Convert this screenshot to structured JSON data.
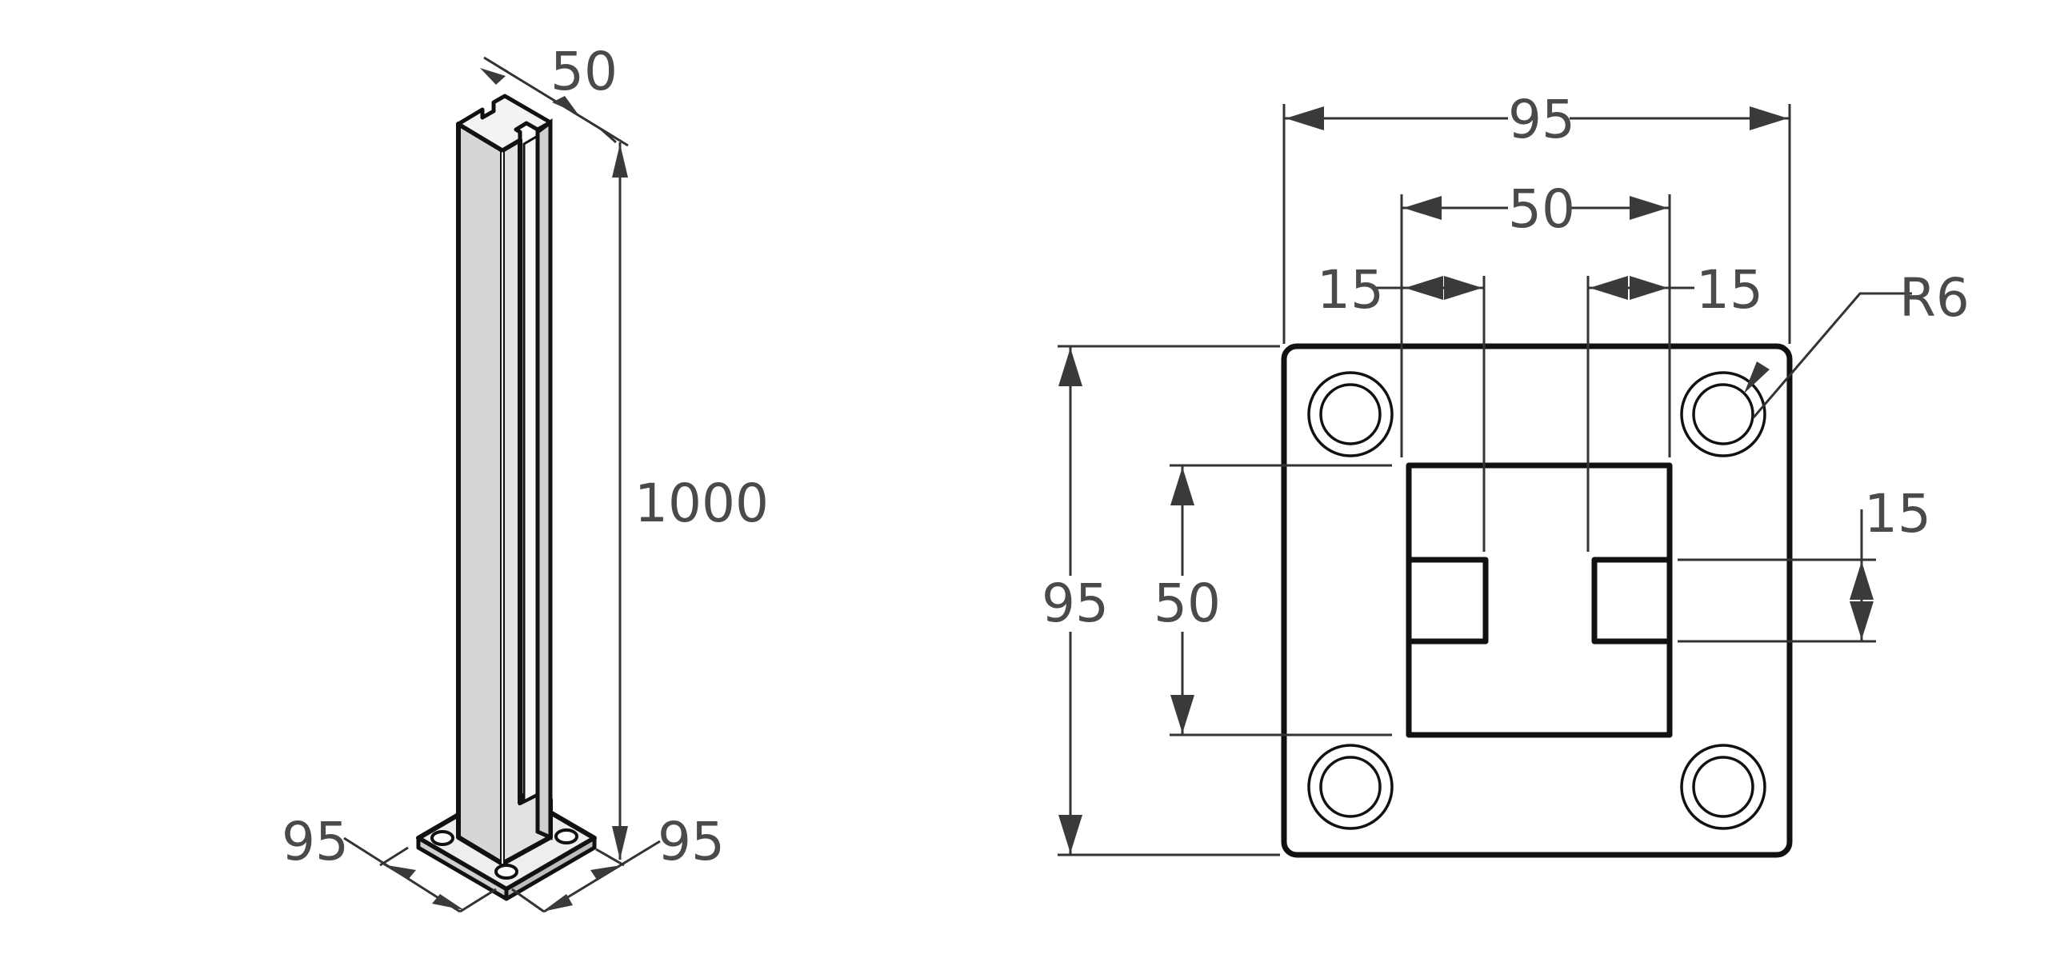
{
  "iso_view": {
    "top_width": "50",
    "height": "1000",
    "base_left": "95",
    "base_right": "95"
  },
  "plan_view": {
    "overall_width": "95",
    "slot_span": "50",
    "left_slot": "15",
    "right_slot": "15",
    "hole_radius": "R6",
    "overall_height": "95",
    "inner_height": "50",
    "slot_depth": "15"
  },
  "colors": {
    "line": "#111111",
    "dimension": "#333333",
    "post_fill": "#dcdcdc",
    "text": "#4a4a4a"
  }
}
